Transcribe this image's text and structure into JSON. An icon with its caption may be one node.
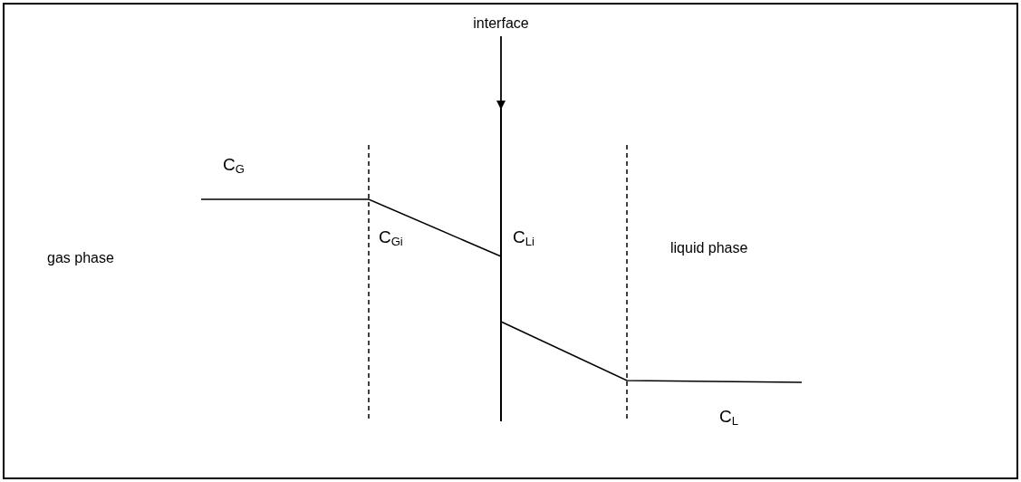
{
  "diagram": {
    "nodes": [
      {
        "text": [
          "interface"
        ]
      },
      {
        "text": [],
        "shape": "line"
      }
    ],
    "edges": [
      {
        "from": 0,
        "to": 1,
        "arrow": "to"
      }
    ],
    "labels": [
      "C$_{G}$",
      "C$_{Gi}$",
      "C$_{Li}$",
      "liquid phase",
      "gas phase",
      "C$_{L}$"
    ]
  }
}
